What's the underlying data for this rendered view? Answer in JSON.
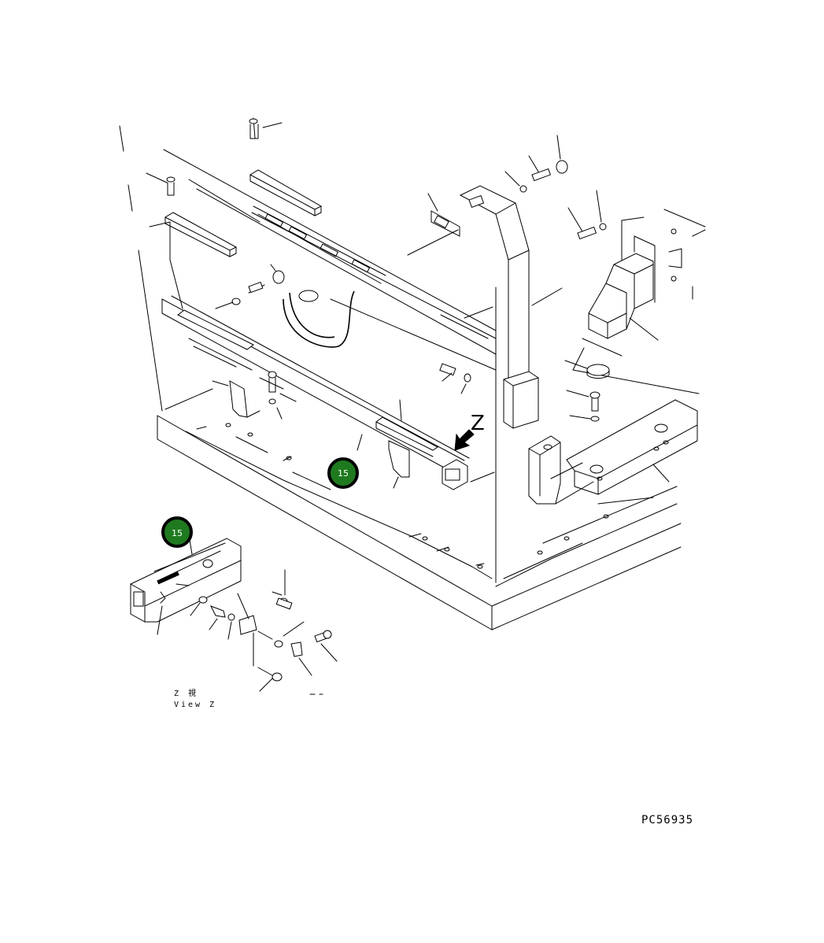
{
  "diagram": {
    "drawing_code": "PC56935",
    "view_arrow_label": "Z",
    "view_caption_jp": "Z 視",
    "view_caption_en": "View Z",
    "callouts": [
      {
        "label": "15",
        "color": "#1f7a1f"
      },
      {
        "label": "15",
        "color": "#1f7a1f"
      }
    ]
  }
}
